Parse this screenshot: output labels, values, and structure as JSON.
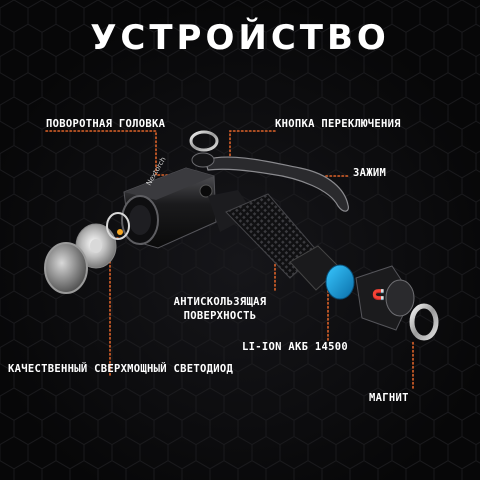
{
  "title": "УСТРОЙСТВО",
  "brand_mark": "Nextorch",
  "accent_color": "#e0642a",
  "labels": {
    "rotating_head": "ПОВОРОТНАЯ ГОЛОВКА",
    "switch_button": "КНОПКА ПЕРЕКЛЮЧЕНИЯ",
    "clip": "ЗАЖИМ",
    "anti_slip_line1": "АНТИСКОЛЬЗЯЩАЯ",
    "anti_slip_line2": "ПОВЕРХНОСТЬ",
    "battery": "LI-ION АКБ 14500",
    "led": "КАЧЕСТВЕННЫЙ СВЕРХМОЩНЫЙ СВЕТОДИОД",
    "magnet": "МАГНИТ"
  }
}
